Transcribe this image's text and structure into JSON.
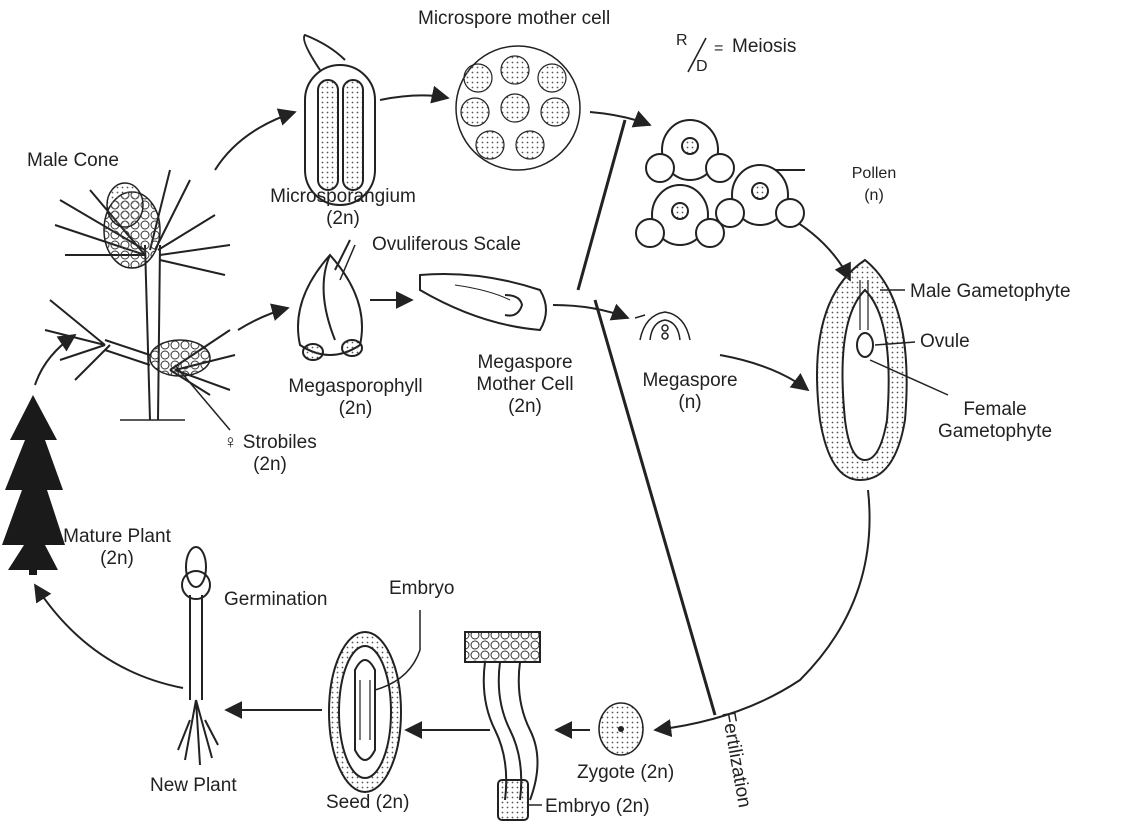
{
  "labels": {
    "microspore_mother_cell": "Microspore mother cell",
    "meiosis_r": "R",
    "meiosis_d": "D",
    "meiosis_eq": "=",
    "meiosis": "Meiosis",
    "male_cone": "Male Cone",
    "microsporangium": "Microsporangium",
    "microsporangium_ploidy": "(2n)",
    "pollen": "Pollen",
    "pollen_ploidy": "(n)",
    "ovuliferous_scale": "Ovuliferous Scale",
    "male_gametophyte": "Male Gametophyte",
    "ovule": "Ovule",
    "female": "Female",
    "gametophyte": "Gametophyte",
    "megasporophyll": "Megasporophyll",
    "megasporophyll_ploidy": "(2n)",
    "megaspore_mother_line1": "Megaspore",
    "megaspore_mother_line2": "Mother Cell",
    "megaspore_mother_ploidy": "(2n)",
    "megaspore": "Megaspore",
    "megaspore_ploidy": "(n)",
    "strobiles": "♀ Strobiles",
    "strobiles_ploidy": "(2n)",
    "mature_plant": "Mature Plant",
    "mature_plant_ploidy": "(2n)",
    "germination": "Germination",
    "embryo_seed": "Embryo",
    "new_plant": "New Plant",
    "seed": "Seed (2n)",
    "zygote": "Zygote (2n)",
    "embryo_2n": "Embryo (2n)",
    "fertilization": "Fertilization"
  }
}
